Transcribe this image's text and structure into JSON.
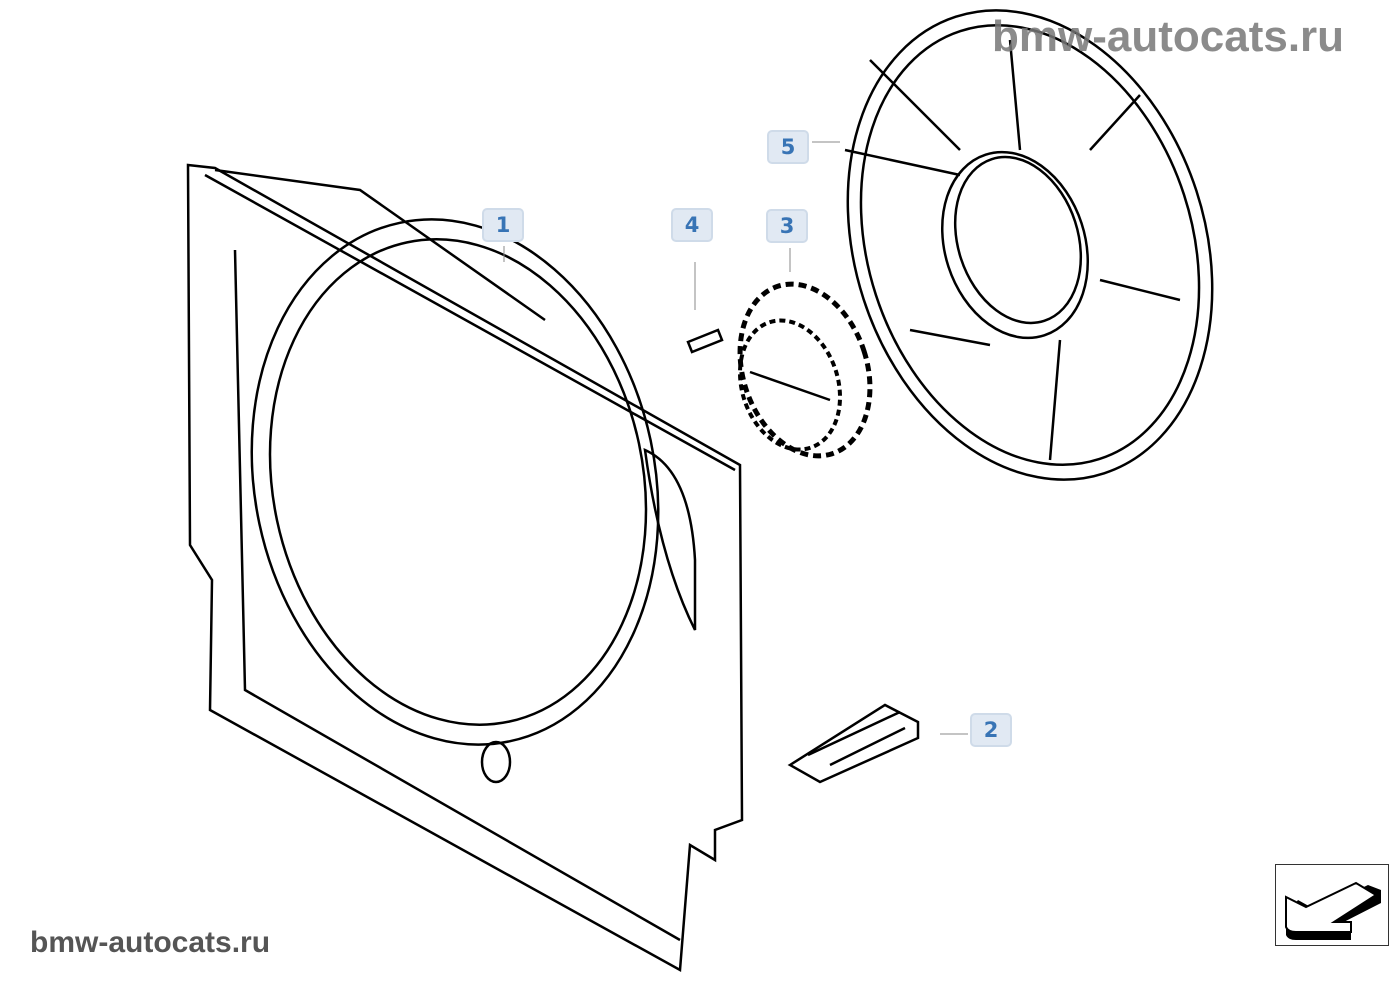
{
  "watermark_top": "bmw-autocats.ru",
  "watermark_bottom": "bmw-autocats.ru",
  "callouts": [
    {
      "label": "1",
      "part": "fan-shroud"
    },
    {
      "label": "2",
      "part": "clip"
    },
    {
      "label": "3",
      "part": "viscous-fan-clutch"
    },
    {
      "label": "4",
      "part": "bolt"
    },
    {
      "label": "5",
      "part": "fan-impeller"
    }
  ],
  "colors": {
    "callout_text": "#3874b5",
    "callout_bg": "#e1e9f3",
    "watermark": "#555555"
  },
  "nav_icon": "arrow-back-icon"
}
